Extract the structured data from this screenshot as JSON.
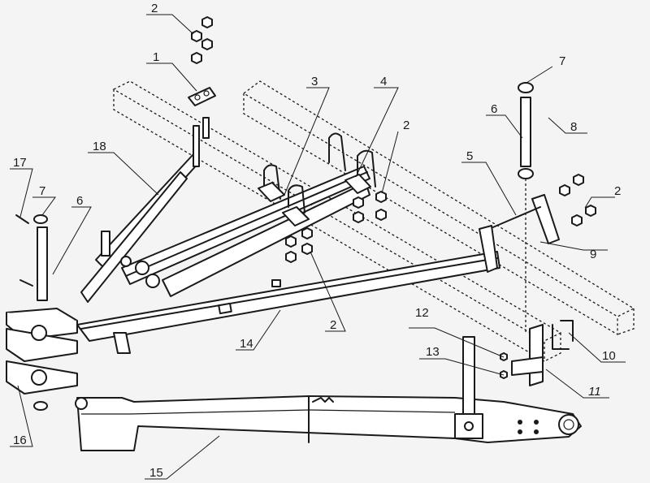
{
  "callouts": {
    "c1": "1",
    "c2a": "2",
    "c2b": "2",
    "c2c": "2",
    "c2d": "2",
    "c3": "3",
    "c4": "4",
    "c5": "5",
    "c6a": "6",
    "c6b": "6",
    "c7a": "7",
    "c7b": "7",
    "c8": "8",
    "c9": "9",
    "c10": "10",
    "c11": "11",
    "c12": "12",
    "c13": "13",
    "c14": "14",
    "c15": "15",
    "c16": "16",
    "c17": "17",
    "c18": "18"
  }
}
